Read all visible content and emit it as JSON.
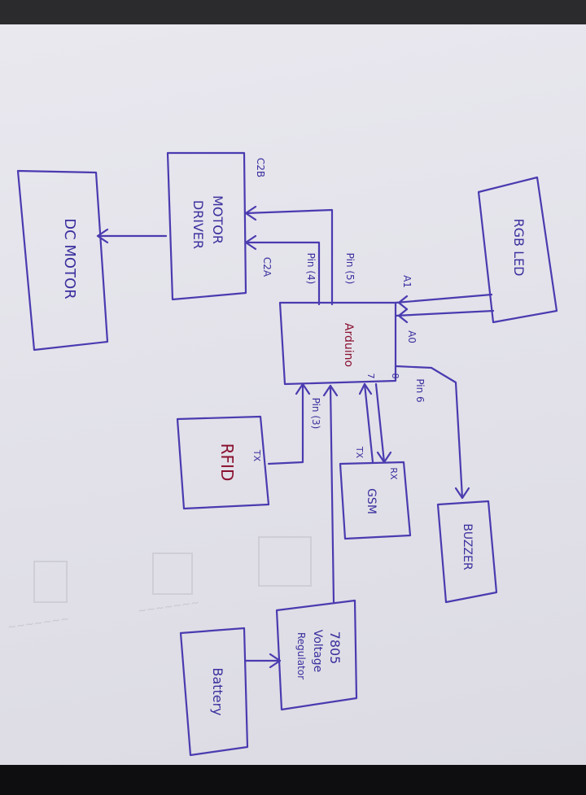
{
  "blocks": {
    "dc_motor": "DC MOTOR",
    "motor_driver_line1": "MOTOR",
    "motor_driver_line2": "DRIVER",
    "arduino": "Arduino",
    "rgb_led": "RGB LED",
    "rfid": "RFID",
    "gsm": "GSM",
    "buzzer": "BUZZER",
    "regulator_line1": "7805",
    "regulator_line2": "Voltage",
    "regulator_line3": "Regulator",
    "battery": "Battery"
  },
  "pin_labels": {
    "c2b": "C2B",
    "c2a": "C2A",
    "pin5": "Pin (5)",
    "pin4": "Pin (4)",
    "a1": "A1",
    "a0": "A0",
    "pin6": "Pin 6",
    "pin3": "Pin (3)",
    "pin8": "8",
    "pin7": "7",
    "rfid_tx": "TX",
    "gsm_rx": "RX",
    "gsm_tx": "TX"
  },
  "colors": {
    "ink": "#4a3bb0",
    "arduino_label": "#8a1030",
    "paper": "#e5e4eb"
  }
}
